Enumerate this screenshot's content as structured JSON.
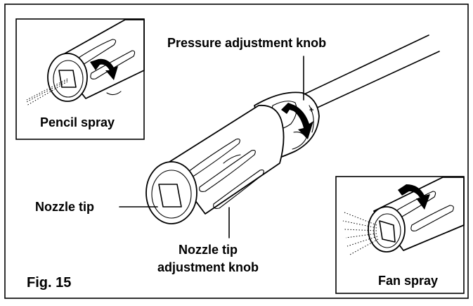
{
  "figure": {
    "number_label": "Fig. 15",
    "labels": {
      "pressure_knob": "Pressure adjustment knob",
      "nozzle_tip": "Nozzle tip",
      "tip_knob_line1": "Nozzle tip",
      "tip_knob_line2": "adjustment knob",
      "pencil_spray": "Pencil spray",
      "fan_spray": "Fan spray",
      "plus_sign": "+"
    }
  },
  "colors": {
    "ink": "#000000",
    "paper": "#ffffff"
  }
}
